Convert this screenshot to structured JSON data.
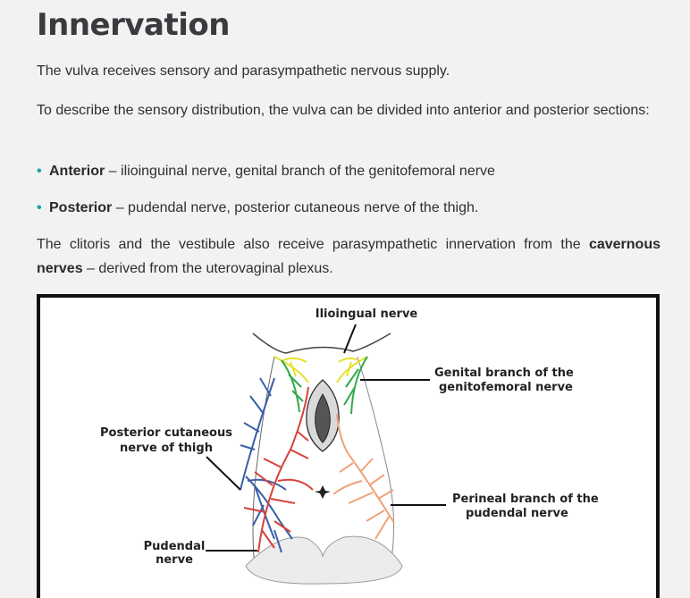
{
  "heading": "Innervation",
  "intro": "The vulva receives sensory and parasympathetic nervous supply.",
  "division_text": "To describe the sensory distribution, the vulva can be divided into anterior and posterior sections:",
  "bullets": [
    {
      "term": "Anterior",
      "text": " – ilioinguinal nerve, genital branch of the genitofemoral nerve"
    },
    {
      "term": "Posterior",
      "text": " – pudendal nerve, posterior cutaneous nerve of the thigh."
    }
  ],
  "parasympathetic": {
    "before": "The clitoris and the vestibule also receive parasympathetic innervation from the ",
    "bold": "cavernous nerves",
    "after": " – derived from the uterovaginal plexus."
  },
  "figure": {
    "labels": {
      "ilioinguinal": "Ilioingual nerve",
      "genital_1": "Genital branch of the",
      "genital_2": "genitofemoral nerve",
      "posterior_1": "Posterior cutaneous",
      "posterior_2": "nerve of thigh",
      "perineal_1": "Perineal branch of the",
      "perineal_2": "pudendal nerve",
      "pudendal_1": "Pudendal",
      "pudendal_2": "nerve"
    },
    "colors": {
      "ilioinguinal": "#e6e02a",
      "genitofemoral": "#2faa4a",
      "posterior_cutaneous": "#3a5fa8",
      "pudendal": "#d8413a",
      "perineal": "#f0a27a",
      "bullet": "#16a79a"
    }
  }
}
